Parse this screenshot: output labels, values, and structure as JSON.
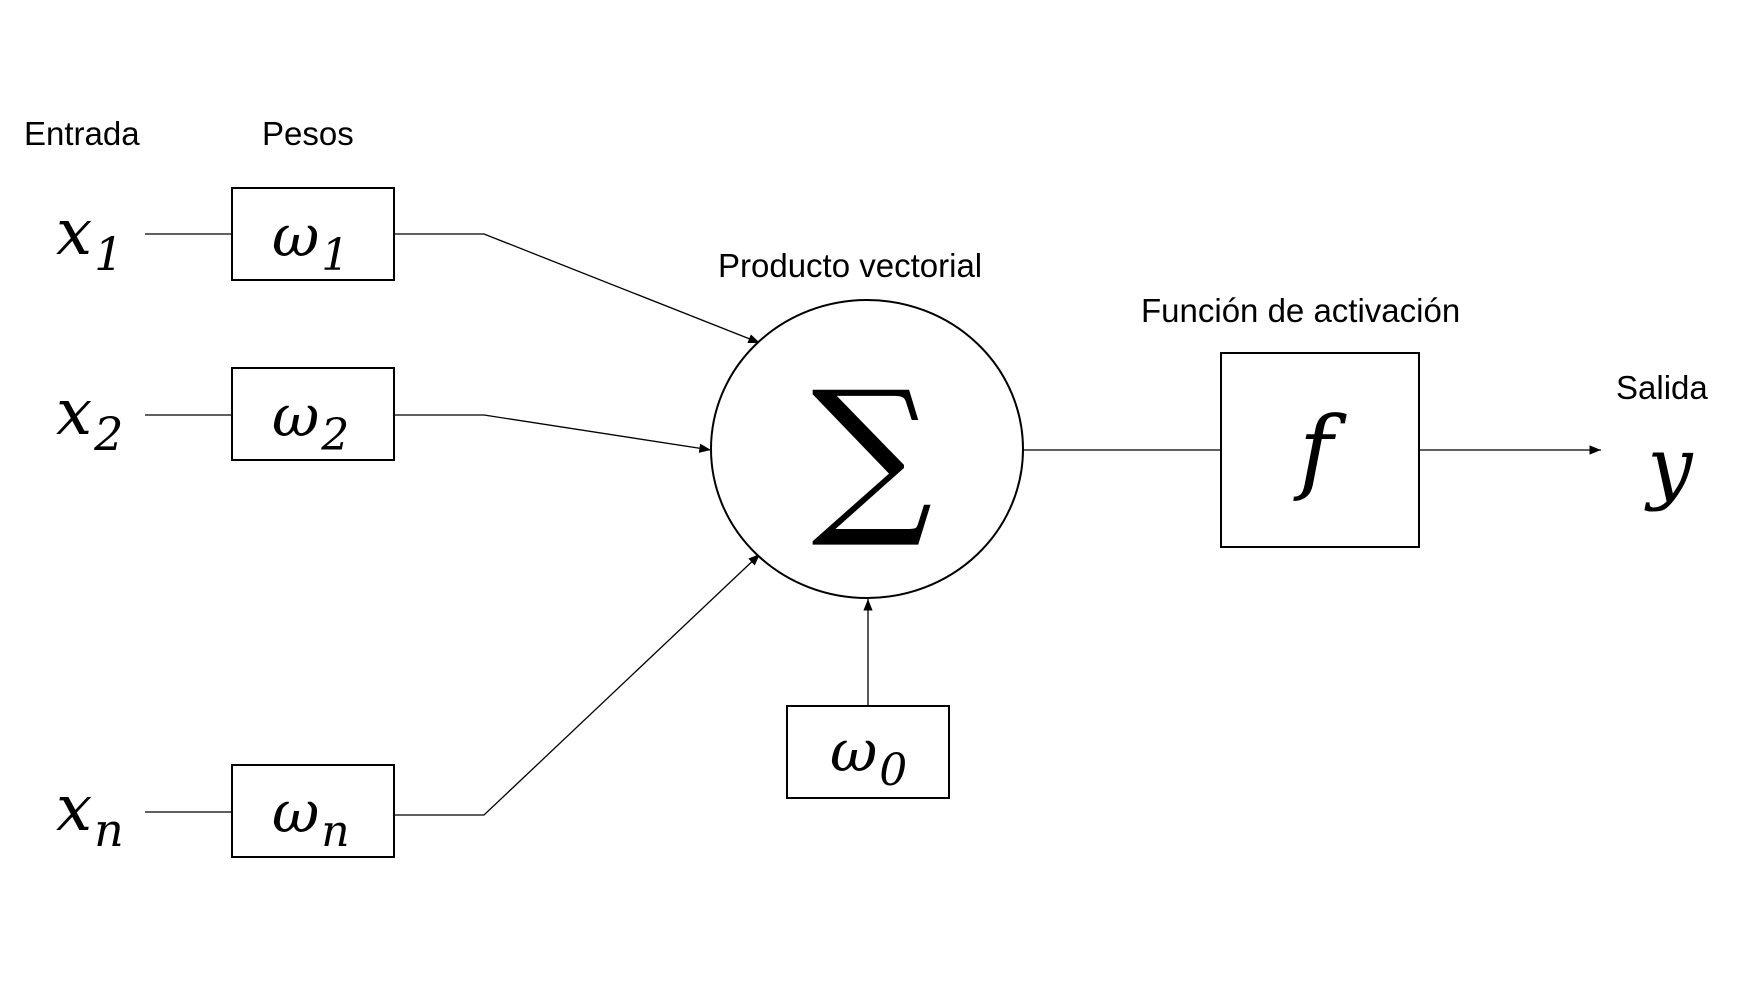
{
  "labels": {
    "input": "Entrada",
    "weights": "Pesos",
    "dot_product": "Producto vectorial",
    "activation": "Función de activación",
    "output": "Salida"
  },
  "inputs": [
    {
      "var": "x",
      "sub": "1",
      "weight_var": "ω",
      "weight_sub": "1"
    },
    {
      "var": "x",
      "sub": "2",
      "weight_var": "ω",
      "weight_sub": "2"
    },
    {
      "var": "x",
      "sub": "n",
      "weight_var": "ω",
      "weight_sub": "n"
    }
  ],
  "bias": {
    "var": "ω",
    "sub": "0"
  },
  "summation_symbol": "∑",
  "activation_symbol": "f",
  "output_symbol": "y"
}
